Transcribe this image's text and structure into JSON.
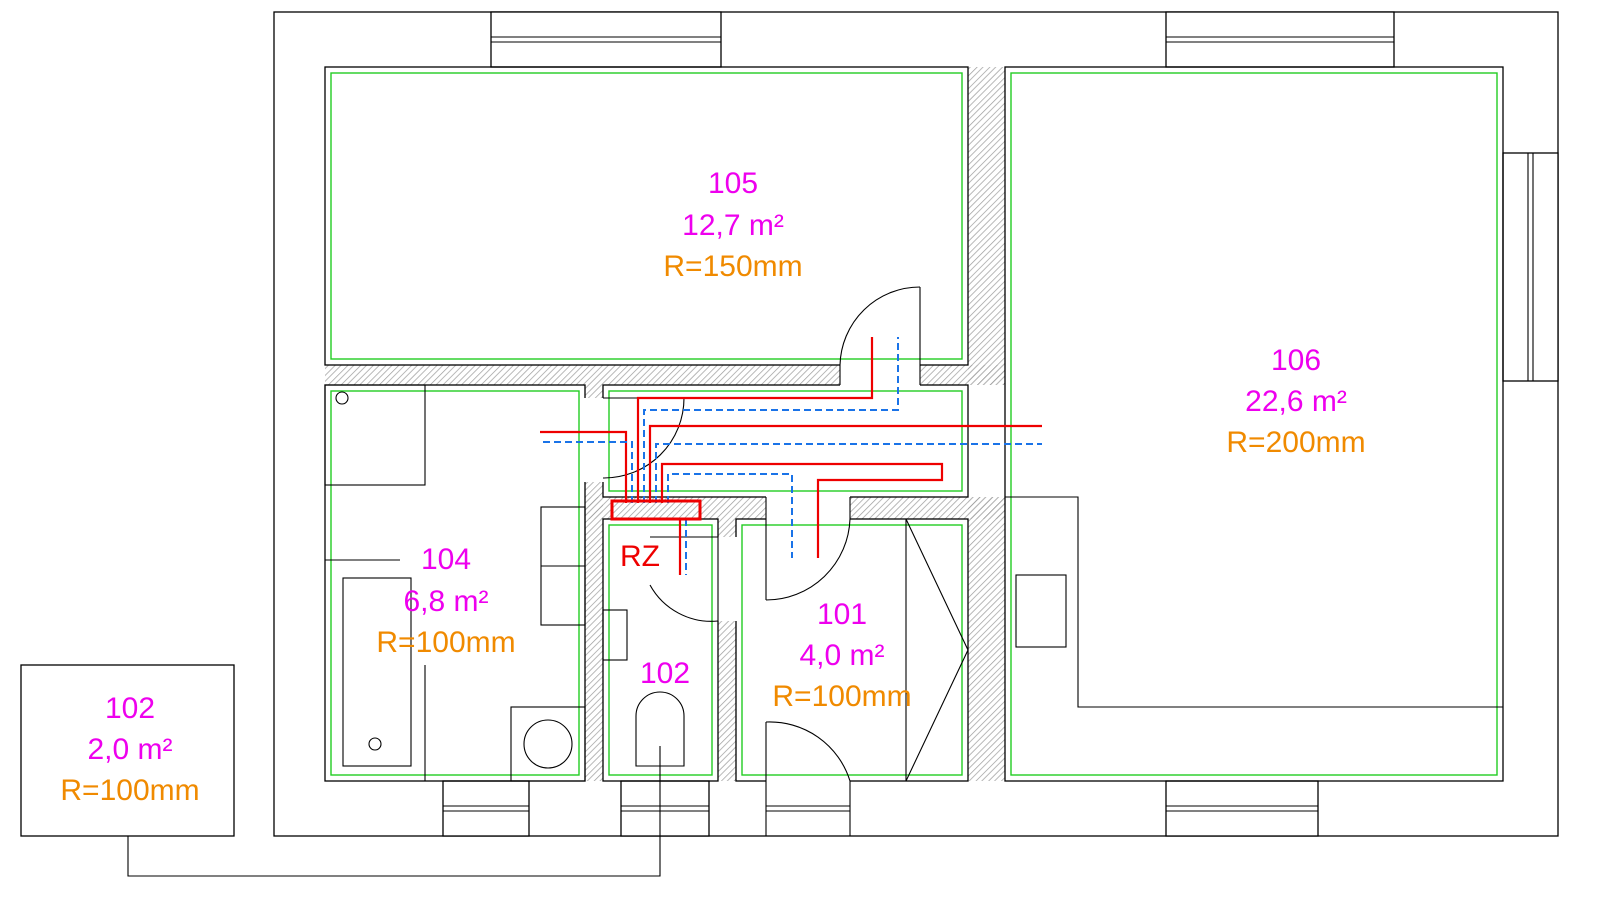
{
  "rooms": [
    {
      "id": "room-105",
      "number": "105",
      "area": "12,7 m²",
      "radius": "R=150mm"
    },
    {
      "id": "room-106",
      "number": "106",
      "area": "22,6 m²",
      "radius": "R=200mm"
    },
    {
      "id": "room-104",
      "number": "104",
      "area": "6,8 m²",
      "radius": "R=100mm"
    },
    {
      "id": "room-101",
      "number": "101",
      "area": "4,0 m²",
      "radius": "R=100mm"
    },
    {
      "id": "room-102",
      "number": "102",
      "area": "",
      "radius": ""
    },
    {
      "id": "room-102-callout",
      "number": "102",
      "area": "2,0 m²",
      "radius": "R=100mm"
    }
  ],
  "manifold": {
    "label": "RZ"
  },
  "colors": {
    "room_number": "#ee00ee",
    "room_area": "#ee00ee",
    "room_radius": "#f08a00",
    "manifold_label": "#ee0000",
    "supply_pipe": "#ee0000",
    "return_pipe": "#1a73e8",
    "heating_zone": "#22cc22",
    "walls": "#000000"
  }
}
